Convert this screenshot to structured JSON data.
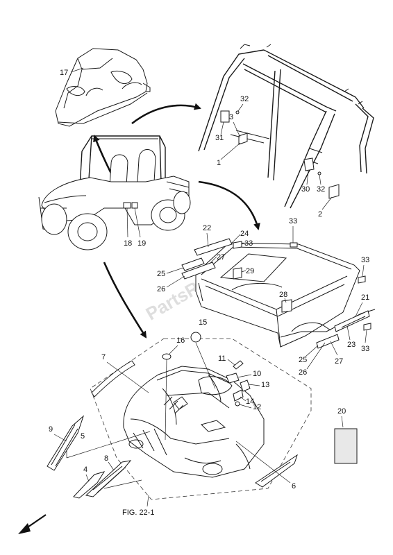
{
  "watermark": "PartsRepublik",
  "figure_ref": "FIG. 22-1",
  "callouts": {
    "c1": "1",
    "c2": "2",
    "c3": "3",
    "c4": "4",
    "c5": "5",
    "c6": "6",
    "c7": "7",
    "c8": "8",
    "c9": "9",
    "c10": "10",
    "c11": "11",
    "c12": "12",
    "c13": "13",
    "c14": "14",
    "c15": "15",
    "c16": "16",
    "c17": "17",
    "c18": "18",
    "c19": "19",
    "c20": "20",
    "c21": "21",
    "c22": "22",
    "c23": "23",
    "c24": "24",
    "c25a": "25",
    "c25b": "25",
    "c26a": "26",
    "c26b": "26",
    "c27a": "27",
    "c27b": "27",
    "c28": "28",
    "c29": "29",
    "c30": "30",
    "c31": "31",
    "c32a": "32",
    "c32b": "32",
    "c33a": "33",
    "c33b": "33",
    "c33c": "33",
    "c33d": "33"
  }
}
